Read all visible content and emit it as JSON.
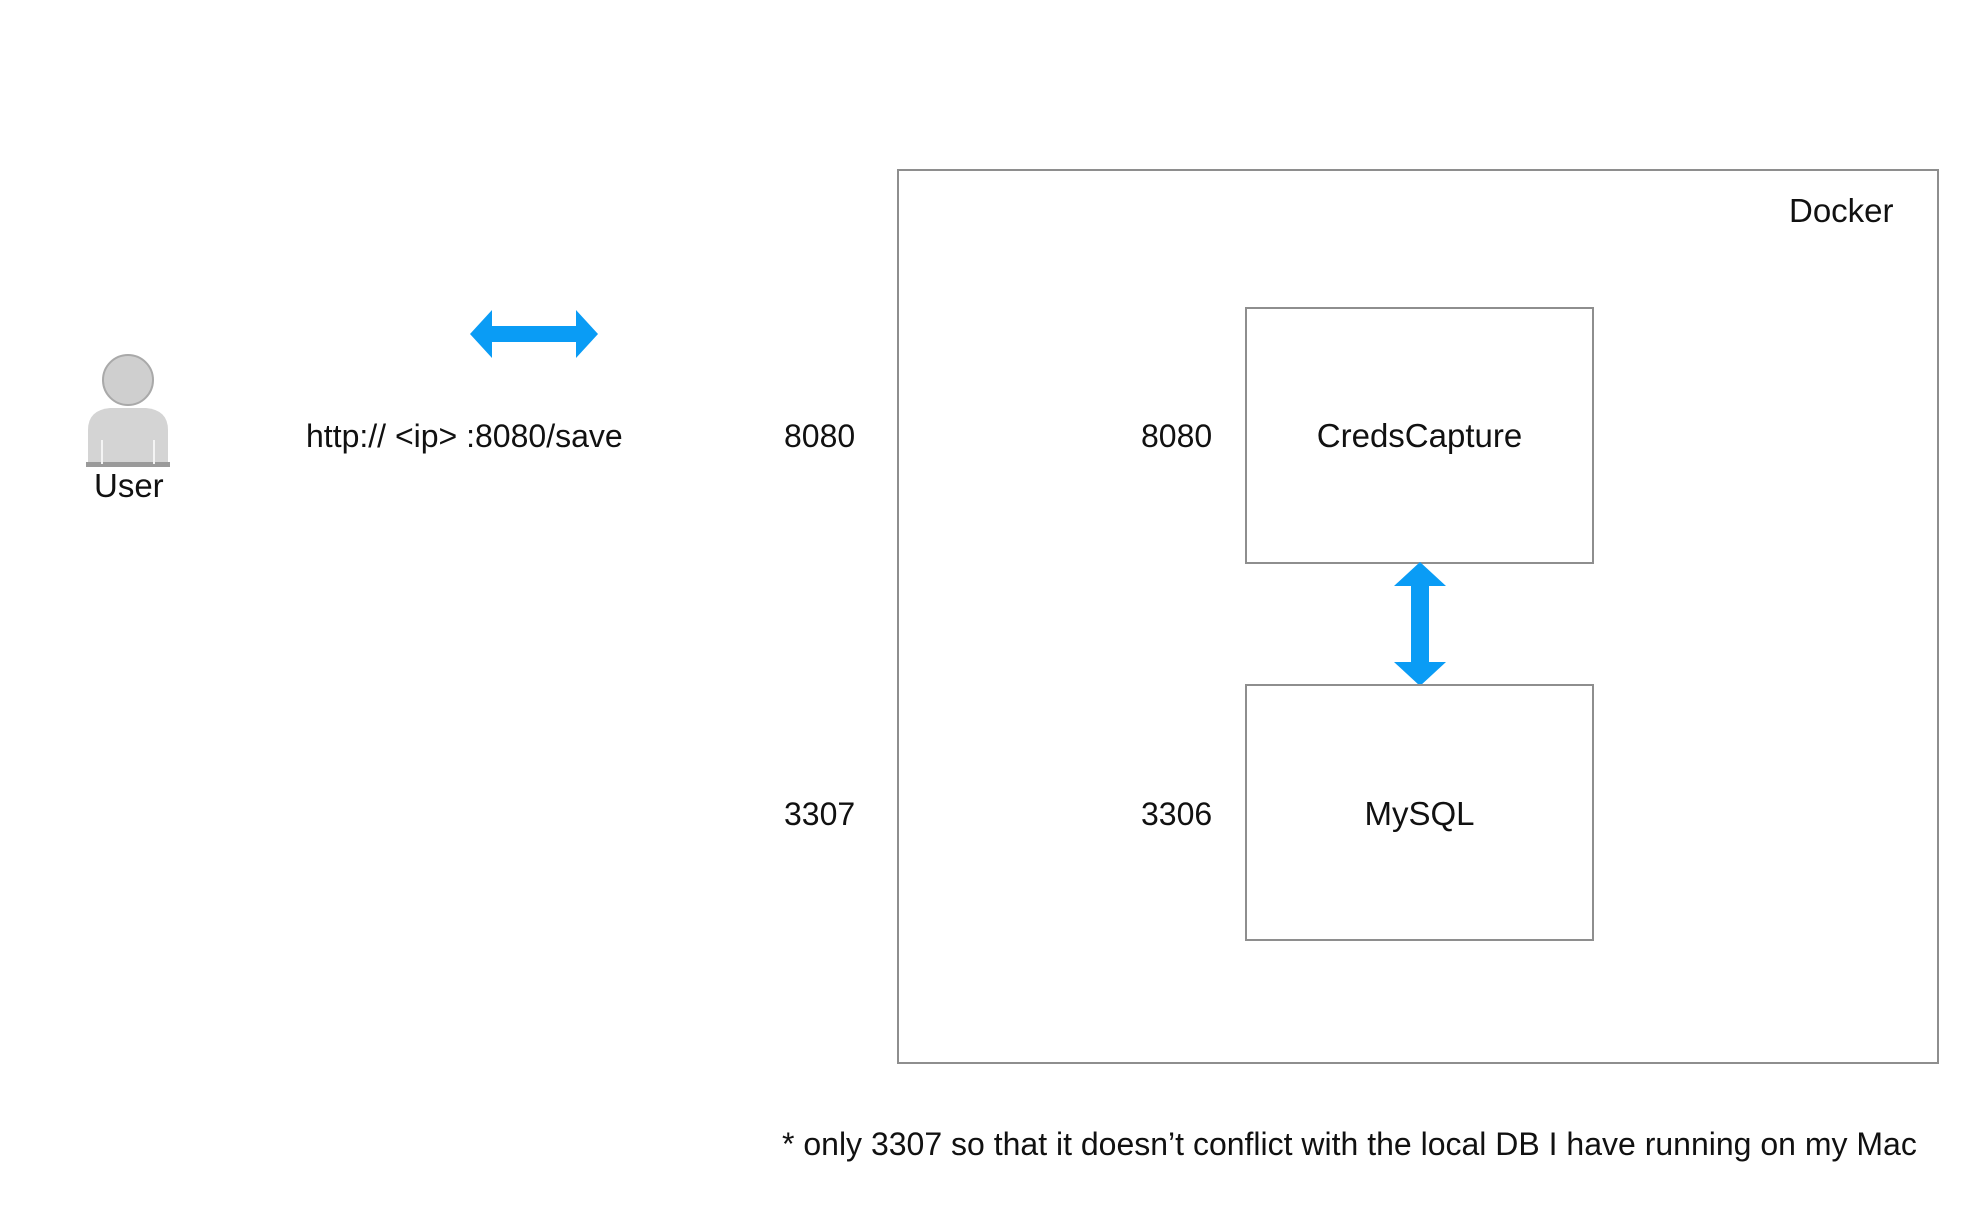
{
  "user": {
    "label": "User",
    "icon": "user-icon"
  },
  "url_label": "http:// <ip> :8080/save",
  "host_ports": {
    "web": "8080",
    "db": "3307"
  },
  "docker": {
    "label": "Docker",
    "services": [
      {
        "name": "CredsCapture",
        "port": "8080"
      },
      {
        "name": "MySQL",
        "port": "3306"
      }
    ]
  },
  "footnote": "* only 3307 so that it doesn’t conflict with the local DB I have running on my Mac",
  "colors": {
    "arrow": "#0a9cf5",
    "border": "#8e8e8e",
    "user_icon": "#cfcfcf"
  }
}
